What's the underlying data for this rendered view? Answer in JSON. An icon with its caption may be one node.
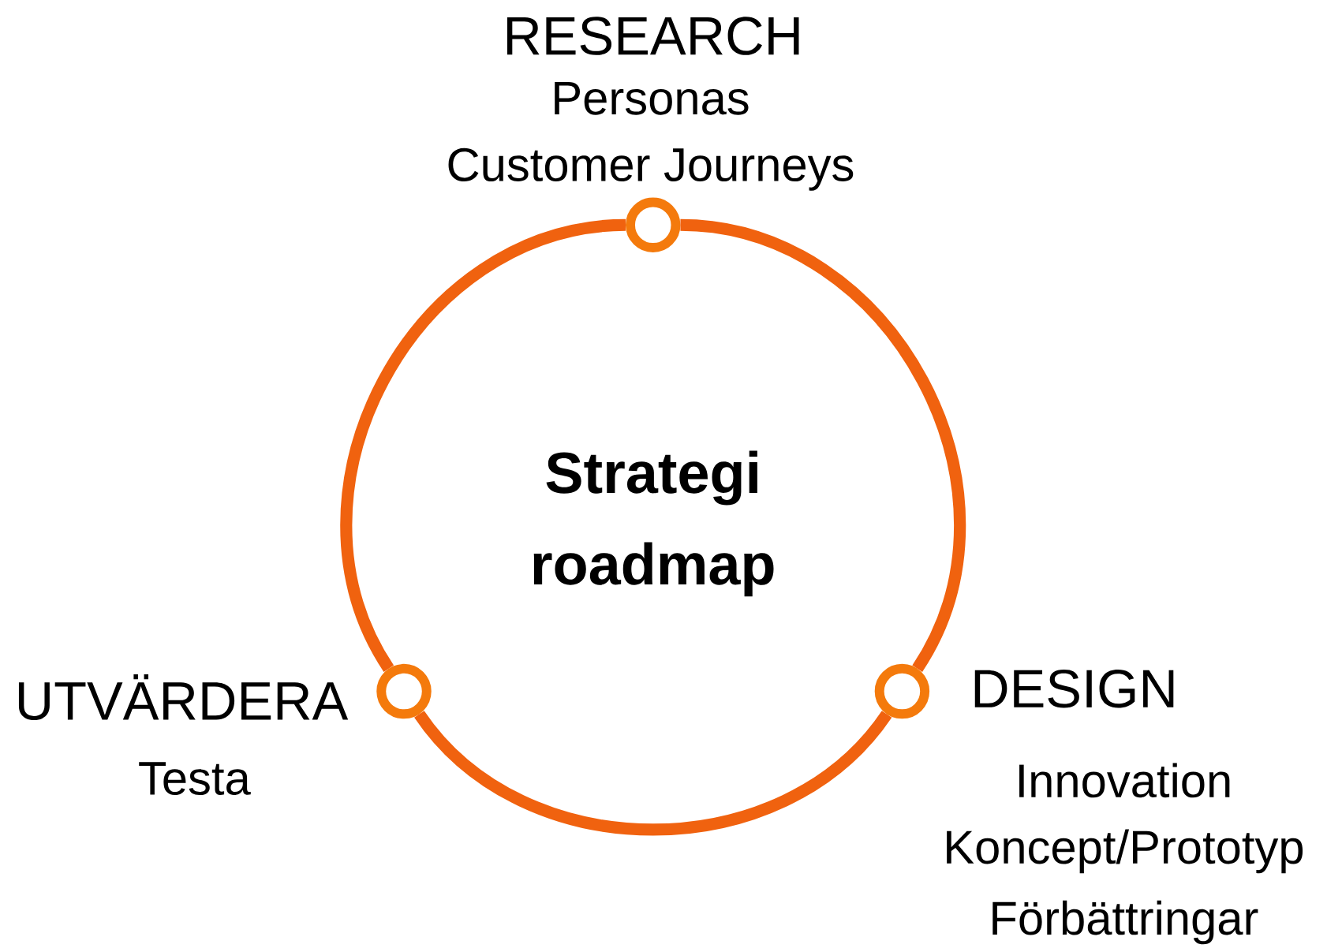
{
  "diagram": {
    "nodes": [
      {
        "text": [],
        "shape": "circle",
        "beside": [
          "RESEARCH",
          "Personas",
          "Customer Journeys"
        ]
      },
      {
        "text": [],
        "shape": "circle",
        "beside": [
          "UTVÄRDERA",
          "Testa"
        ]
      },
      {
        "text": [],
        "shape": "circle",
        "beside": [
          "DESIGN",
          "Innovation",
          "Koncept/Prototyp",
          "Förbättringar"
        ]
      }
    ],
    "edges": [
      {
        "from": 0,
        "to": 2,
        "arrow": "none"
      },
      {
        "from": 2,
        "to": 1,
        "arrow": "none"
      },
      {
        "from": 1,
        "to": 0,
        "arrow": "none"
      }
    ],
    "labels": [
      "Strategi roadmap"
    ]
  }
}
